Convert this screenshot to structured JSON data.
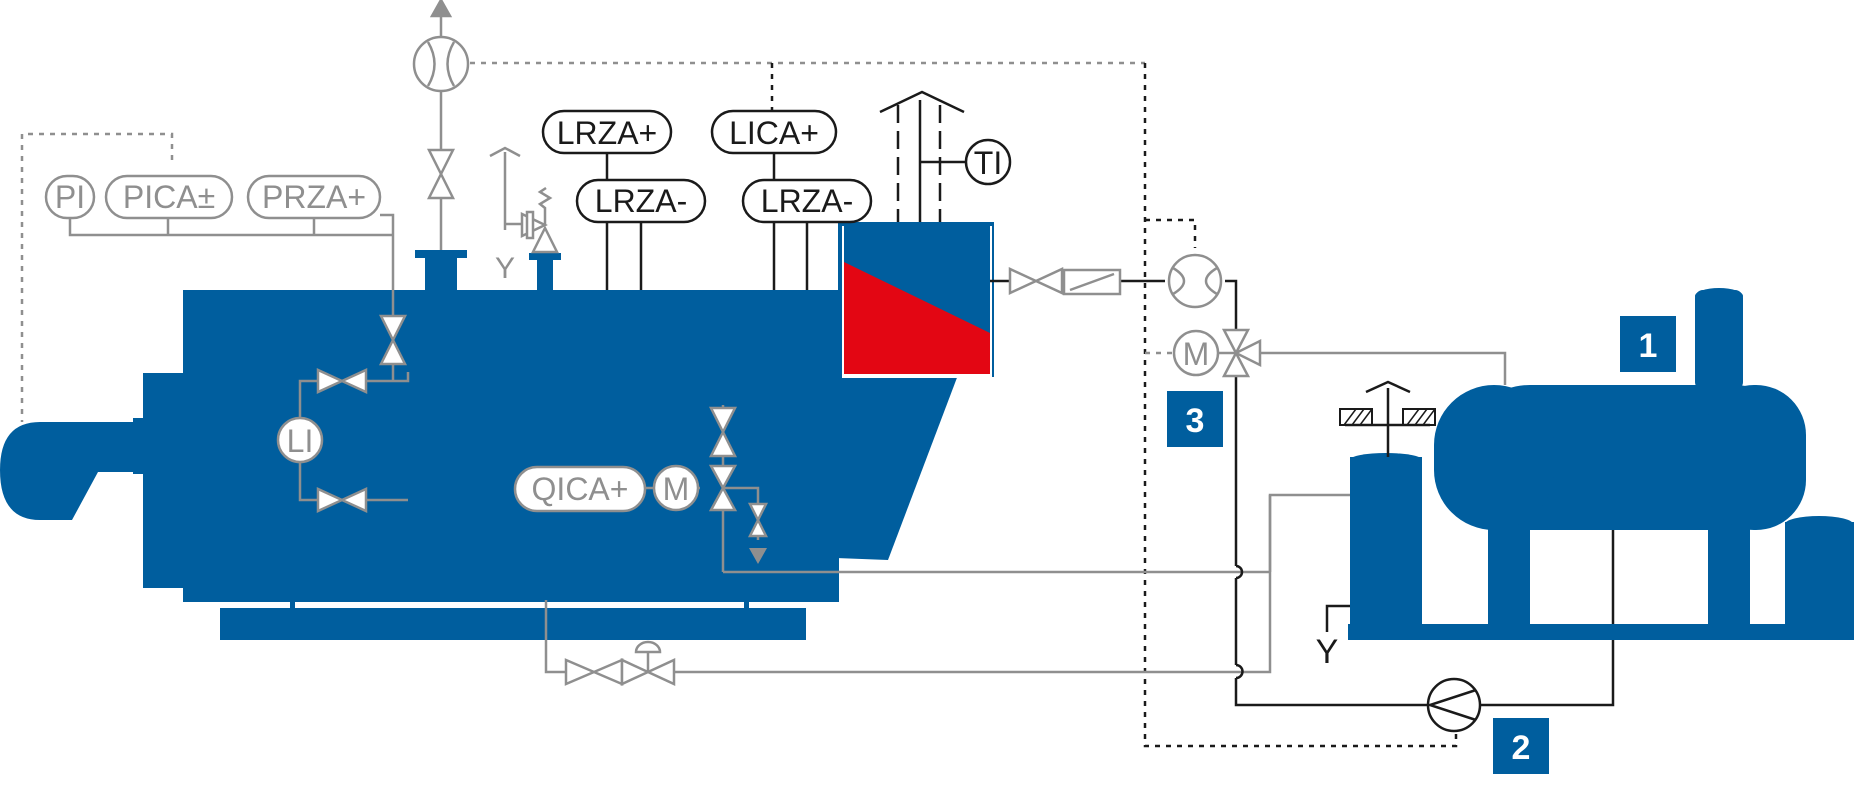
{
  "colors": {
    "blue": "#005E9E",
    "red": "#E30613",
    "grey": "#8F8F8F",
    "black": "#1A1A1A",
    "white": "#FFFFFF"
  },
  "instruments": {
    "pi": "PI",
    "pica": "PICA±",
    "prza_plus": "PRZA+",
    "lrza_plus": "LRZA+",
    "lrza_minus_1": "LRZA-",
    "lica_plus": "LICA+",
    "lrza_minus_2": "LRZA-",
    "ti": "TI",
    "li": "LI",
    "qica_plus": "QICA+",
    "motor_blowdown": "M",
    "motor_mixing": "M"
  },
  "labels": {
    "y_safety": "Y",
    "y_drain": "Y"
  },
  "badges": {
    "deaerator": "1",
    "pump": "2",
    "mixing_valve": "3"
  },
  "icons": {
    "valve": "bowtie-valve-icon",
    "flow_meter": "flow-meter-icon",
    "pump": "pump-icon",
    "motor": "motor-icon",
    "vent": "vent-hood-icon"
  }
}
